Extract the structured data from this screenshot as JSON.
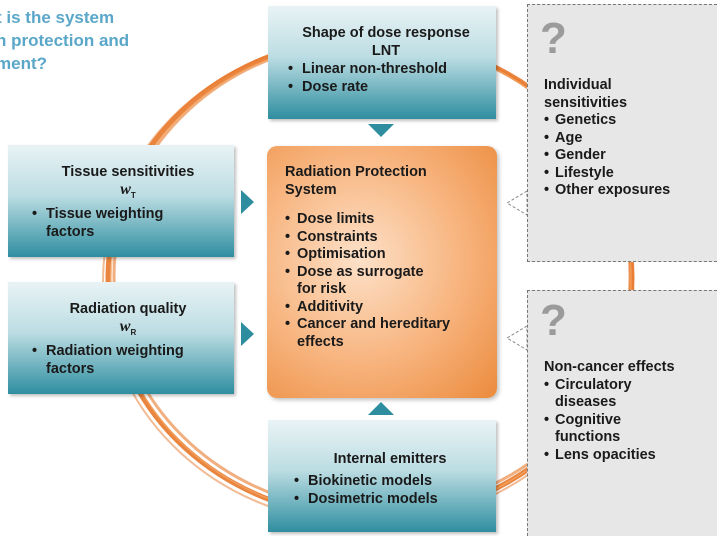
{
  "title": {
    "line1": "t is the system",
    "line2": "n protection and",
    "line3": "ment?"
  },
  "top_box": {
    "heading": "Shape of dose response",
    "subheading": "LNT",
    "items": [
      "Linear non-threshold",
      "Dose rate"
    ]
  },
  "tissue_box": {
    "heading": "Tissue sensitivities",
    "symbol": "w",
    "symbol_sub": "T",
    "items": [
      "Tissue weighting factors"
    ]
  },
  "radiation_box": {
    "heading": "Radiation quality",
    "symbol": "w",
    "symbol_sub": "R",
    "items": [
      "Radiation weighting factors"
    ]
  },
  "bottom_box": {
    "heading": "Internal emitters",
    "items": [
      "Biokinetic models",
      "Dosimetric models"
    ]
  },
  "center_box": {
    "heading": "Radiation Protection System",
    "items": [
      "Dose limits",
      "Constraints",
      "Optimisation",
      "Dose as surrogate for risk",
      "Additivity",
      "Cancer and hereditary effects"
    ]
  },
  "individual_box": {
    "mark": "?",
    "heading": "Individual sensitivities",
    "items": [
      "Genetics",
      "Age",
      "Gender",
      "Lifestyle",
      "Other exposures"
    ]
  },
  "noncancer_box": {
    "mark": "?",
    "heading": "Non-cancer effects",
    "items": [
      "Circulatory diseases",
      "Cognitive functions",
      "Lens opacities"
    ]
  },
  "colors": {
    "title": "#5aa7c9",
    "teal_dark": "#2e8ea0",
    "orange": "#eb8b3d",
    "grey_box": "#e7e7e7"
  }
}
